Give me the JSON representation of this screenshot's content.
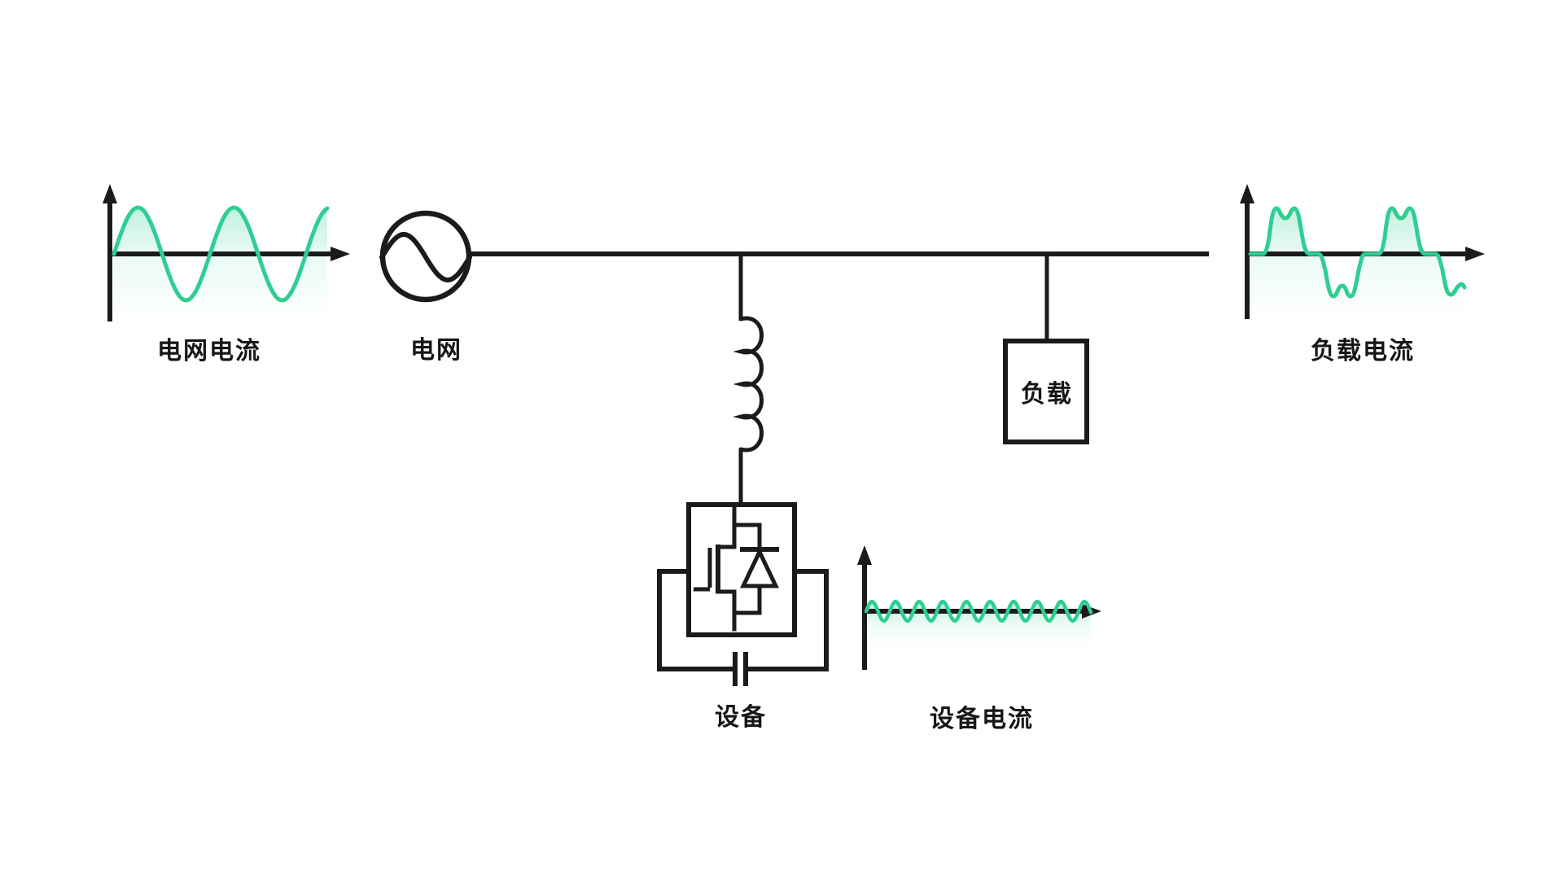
{
  "diagram": {
    "labels": {
      "grid_current": "电网电流",
      "grid": "电网",
      "load": "负载",
      "load_current": "负载电流",
      "device": "设备",
      "device_current": "设备电流"
    },
    "colors": {
      "line": "#1b1b1b",
      "wave_green": "#2fce92",
      "wave_fill_green": "#d9f3e8",
      "background": "#ffffff"
    }
  }
}
